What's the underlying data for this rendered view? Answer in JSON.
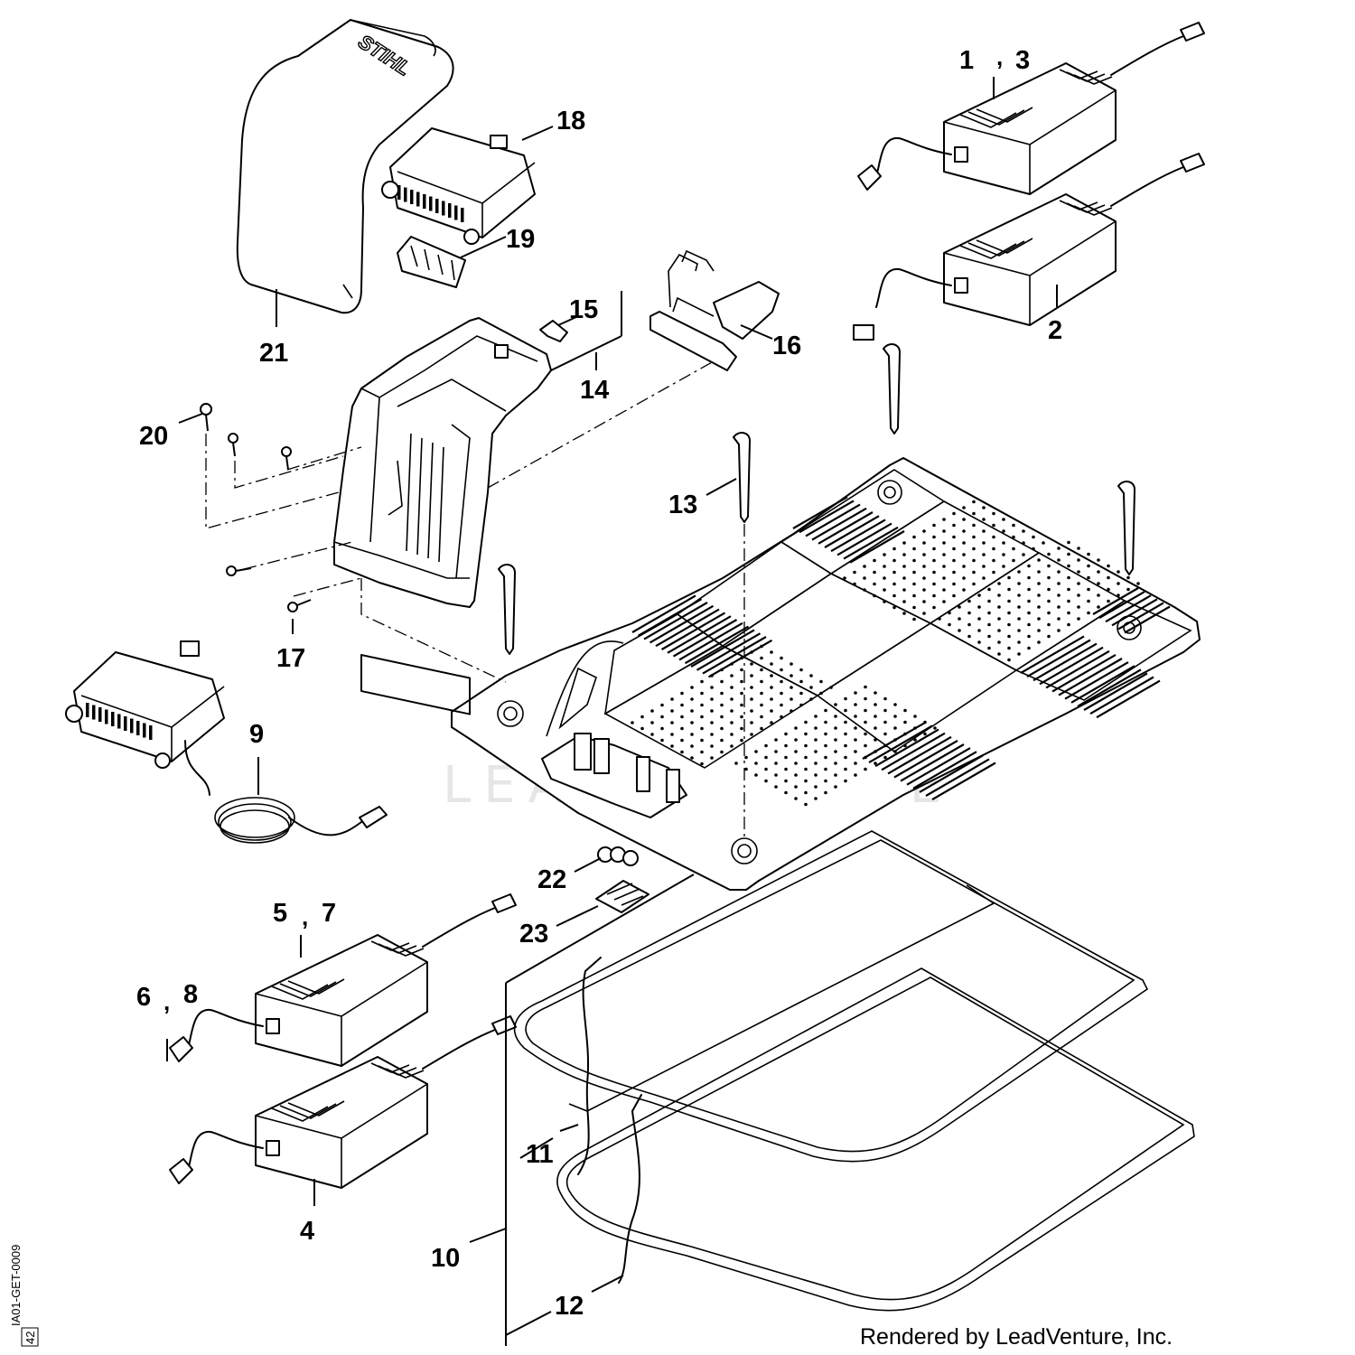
{
  "callouts": [
    {
      "id": "1",
      "label": "1"
    },
    {
      "id": "3",
      "label": "3"
    },
    {
      "id": "2",
      "label": "2"
    },
    {
      "id": "4",
      "label": "4"
    },
    {
      "id": "5",
      "label": "5"
    },
    {
      "id": "7",
      "label": "7"
    },
    {
      "id": "6",
      "label": "6"
    },
    {
      "id": "8",
      "label": "8"
    },
    {
      "id": "9",
      "label": "9"
    },
    {
      "id": "10",
      "label": "10"
    },
    {
      "id": "11",
      "label": "11"
    },
    {
      "id": "12",
      "label": "12"
    },
    {
      "id": "13",
      "label": "13"
    },
    {
      "id": "14",
      "label": "14"
    },
    {
      "id": "15",
      "label": "15"
    },
    {
      "id": "16",
      "label": "16"
    },
    {
      "id": "17",
      "label": "17"
    },
    {
      "id": "18",
      "label": "18"
    },
    {
      "id": "19",
      "label": "19"
    },
    {
      "id": "20",
      "label": "20"
    },
    {
      "id": "21",
      "label": "21"
    },
    {
      "id": "22",
      "label": "22"
    },
    {
      "id": "23",
      "label": "23"
    }
  ],
  "separator": ",",
  "cover_brand": "STIHL",
  "watermark": "LEADVENTURE",
  "credit": "Rendered by LeadVenture, Inc.",
  "drawing_code": "IA01-GET-0009",
  "drawing_code_sub": "42"
}
